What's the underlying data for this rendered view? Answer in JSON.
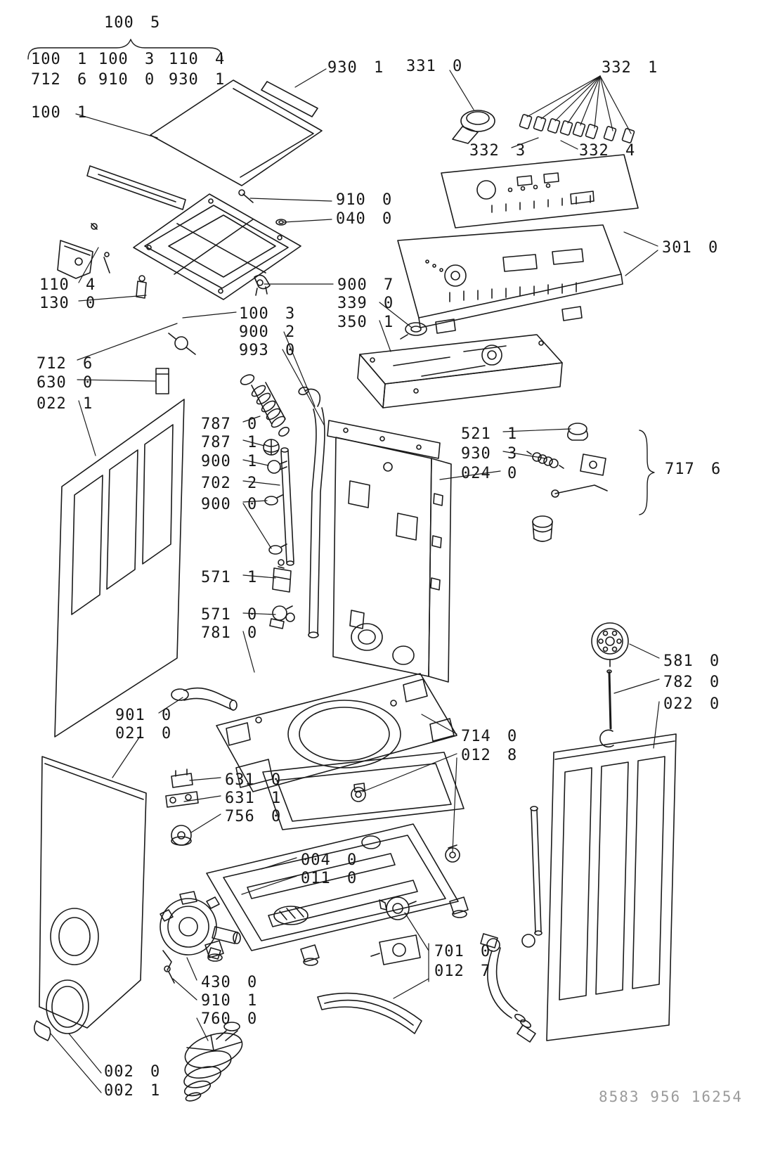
{
  "diagram": {
    "line_color": "#1a1a1a",
    "leader_color": "#1a1a1a",
    "code_color": "#9b9b9b",
    "code": "8583 956 16254"
  },
  "labels": {
    "group_title": "100 5",
    "group_r1c1": "100 1",
    "group_r1c2": "100 3",
    "group_r1c3": "110 4",
    "group_r2c1": "712 6",
    "group_r2c2": "910 0",
    "group_r2c3": "930 1",
    "lid": "100 1",
    "lid_strip": "930 1",
    "knob": "331 0",
    "buttons_set": "332 1",
    "button_a": "332 3",
    "button_b": "332 4",
    "screw_top": "910 0",
    "washer_top": "040 0",
    "console": "301 0",
    "trim": "110 4",
    "hinge_bracket": "130 0",
    "hinge": "900 7",
    "indicator": "339 0",
    "dispenser": "350 1",
    "frame": "100 3",
    "inlet_pipe": "900 2",
    "hose_grey": "993 0",
    "spring_wire": "712 6",
    "damper_block": "630 0",
    "panel_left_rear": "022 1",
    "hose_corrugated": "787 0",
    "filter_ball": "787 1",
    "clamp_a": "900 1",
    "tube": "702 2",
    "clamp_b": "900 0",
    "cap": "521 1",
    "spring_coil": "930 3",
    "panel_rear": "024 0",
    "strut_kit": "717 6",
    "bracket_a": "571 1",
    "valve": "571 0",
    "bellows": "781 0",
    "pulley": "581 0",
    "rod": "782 0",
    "panel_right_rear": "022 0",
    "grommet": "901 0",
    "panel_front": "021 0",
    "support": "714 0",
    "bolt_feet": "012 8",
    "bracket_b": "631 0",
    "bracket_c": "631 1",
    "grommet_cone": "756 0",
    "base_frame": "004 0",
    "cross_member": "011 0",
    "pressure_pot": "701 0",
    "drain_hose": "012 7",
    "pump": "430 0",
    "screw_pump": "910 1",
    "filter_cone": "760 0",
    "seal_ring": "002 0",
    "seal_clip": "002 1"
  }
}
